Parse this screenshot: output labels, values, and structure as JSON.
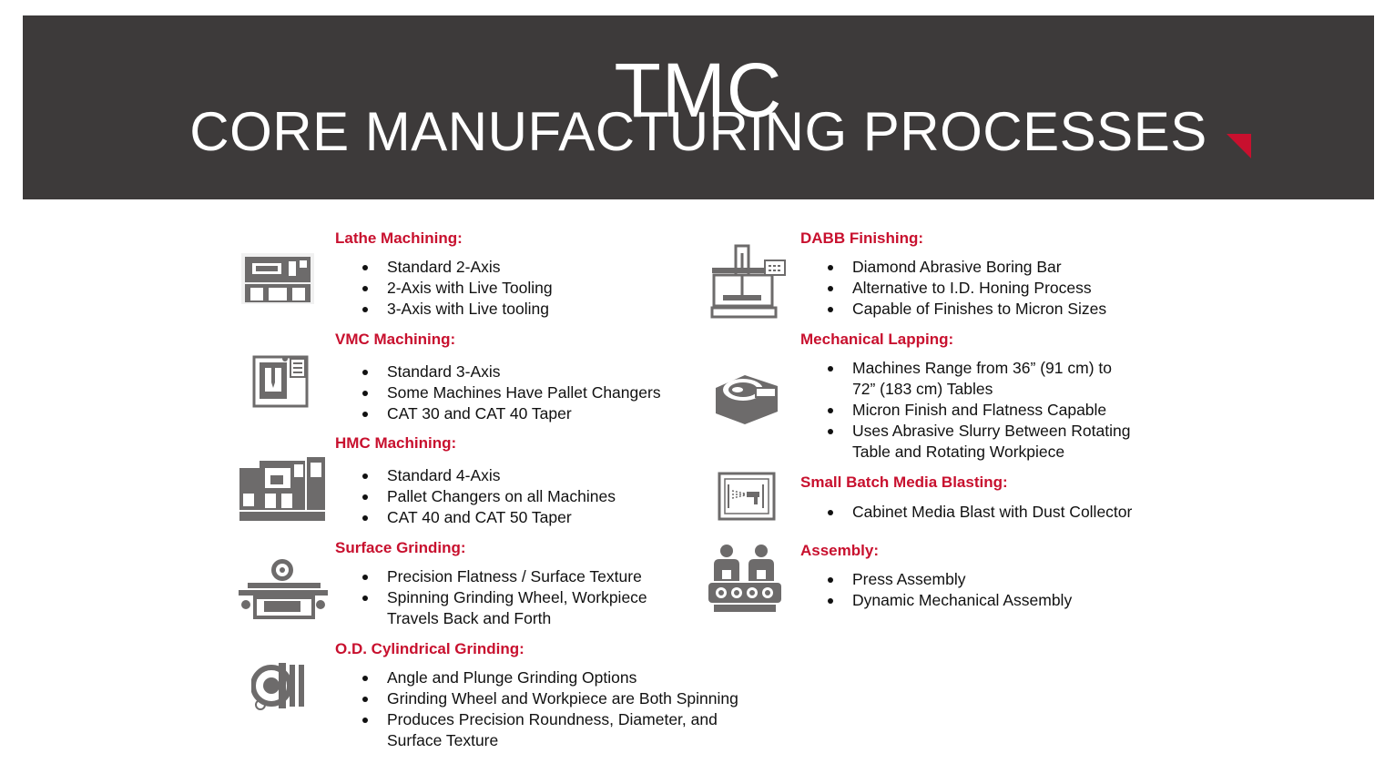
{
  "header": {
    "title": "TMC",
    "subtitle": "CORE MANUFACTURING PROCESSES"
  },
  "colors": {
    "header_bg": "#3d3a3a",
    "accent": "#c8102e",
    "icon_gray": "#6d6b6b"
  },
  "left_sections": [
    {
      "title": "Lathe Machining:",
      "icon": "lathe-icon",
      "items": [
        "Standard 2-Axis",
        "2-Axis with Live Tooling",
        "3-Axis with Live tooling"
      ]
    },
    {
      "title": "VMC Machining:",
      "icon": "vmc-icon",
      "items": [
        "Standard 3-Axis",
        "Some Machines Have Pallet Changers",
        "CAT 30 and CAT 40 Taper"
      ]
    },
    {
      "title": "HMC Machining:",
      "icon": "hmc-icon",
      "items": [
        "Standard 4-Axis",
        "Pallet Changers on all Machines",
        "CAT 40 and CAT 50 Taper"
      ]
    },
    {
      "title": "Surface Grinding:",
      "icon": "surface-grinder-icon",
      "items": [
        "Precision Flatness / Surface Texture",
        "Spinning Grinding Wheel, Workpiece Travels Back and Forth"
      ]
    },
    {
      "title": "O.D. Cylindrical Grinding:",
      "icon": "cylindrical-grinder-icon",
      "items": [
        "Angle and Plunge Grinding Options",
        "Grinding Wheel and Workpiece are Both Spinning",
        "Produces Precision Roundness, Diameter, and Surface Texture"
      ]
    }
  ],
  "right_sections": [
    {
      "title": "DABB Finishing:",
      "icon": "boring-machine-icon",
      "items": [
        "Diamond Abrasive Boring Bar",
        "Alternative to I.D. Honing Process",
        "Capable of Finishes to Micron Sizes"
      ]
    },
    {
      "title": "Mechanical Lapping:",
      "icon": "lapping-machine-icon",
      "items": [
        "Machines Range from 36” (91 cm) to 72” (183 cm) Tables",
        "Micron Finish and Flatness Capable",
        "Uses Abrasive Slurry Between Rotating Table and Rotating Workpiece"
      ]
    },
    {
      "title": "Small Batch Media Blasting:",
      "icon": "media-blast-icon",
      "items": [
        "Cabinet Media Blast with Dust Collector"
      ]
    },
    {
      "title": "Assembly:",
      "icon": "assembly-line-icon",
      "items": [
        "Press Assembly",
        "Dynamic Mechanical Assembly"
      ]
    }
  ]
}
